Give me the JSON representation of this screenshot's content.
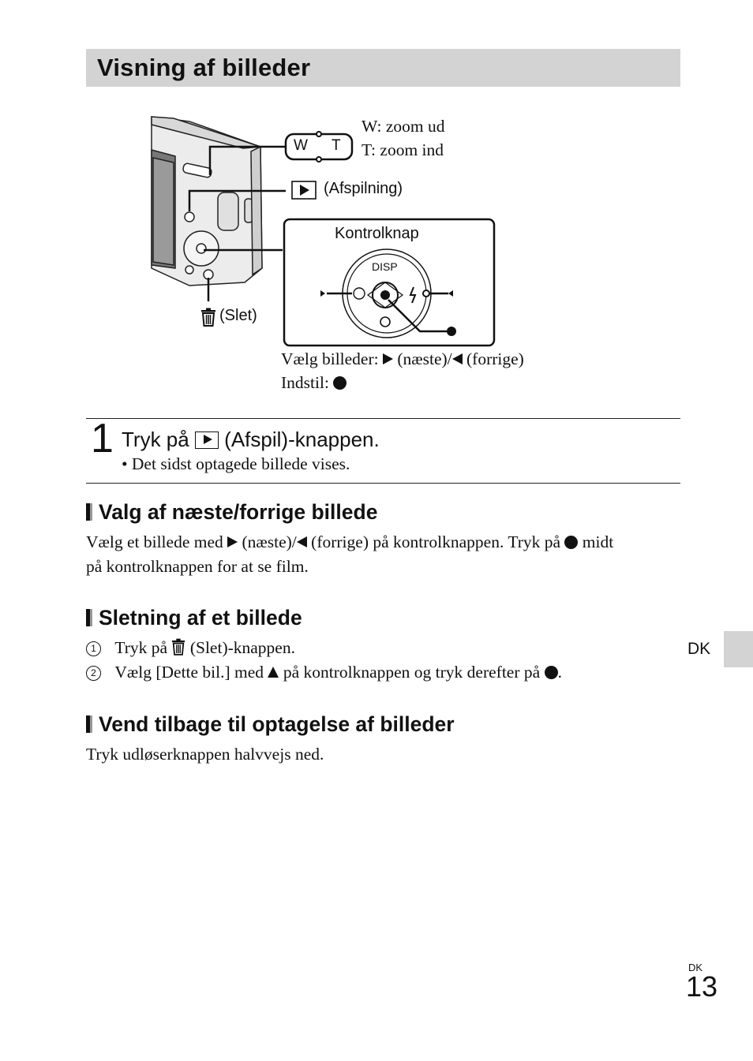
{
  "title": "Visning af billeder",
  "figure": {
    "zoom_w": "W: zoom ud",
    "zoom_t": "T: zoom ind",
    "playback": "(Afspilning)",
    "control_label": "Kontrolknap",
    "disp": "DISP",
    "slet": "(Slet)",
    "select_prefix": "Vælg billeder: ",
    "select_next": " (næste)/",
    "select_prev": " (forrige)",
    "set_label": "Indstil: ",
    "wt_w": "W",
    "wt_t": "T"
  },
  "step": {
    "number": "1",
    "title_prefix": "Tryk på ",
    "title_suffix": " (Afspil)-knappen.",
    "note": "• Det sidst optagede billede vises."
  },
  "sections": [
    {
      "heading": "Valg af næste/forrige billede",
      "line1_a": "Vælg et billede med ",
      "line1_b": " (næste)/",
      "line1_c": " (forrige) på kontrolknappen. Tryk på ",
      "line1_d": " midt",
      "line2": "på kontrolknappen for at se film."
    },
    {
      "heading": "Sletning af et billede",
      "item1_num": "1",
      "item1_a": "Tryk på ",
      "item1_b": " (Slet)-knappen.",
      "item2_num": "2",
      "item2_a": "Vælg [Dette bil.] med ",
      "item2_b": " på kontrolknappen og tryk derefter på ",
      "item2_c": "."
    },
    {
      "heading": "Vend tilbage til optagelse af billeder",
      "text": "Tryk udløserknappen halvvejs ned."
    }
  ],
  "side_tab_label": "DK",
  "page_lang": "DK",
  "page_number": "13"
}
